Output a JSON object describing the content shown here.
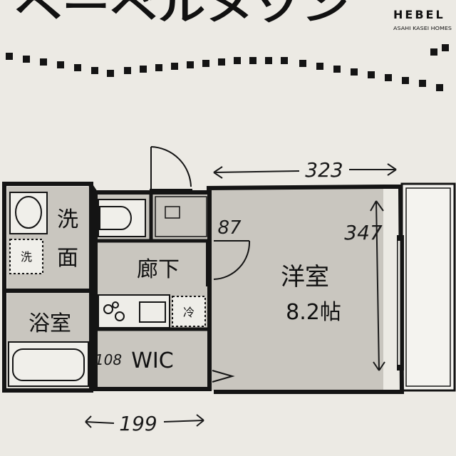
{
  "header": {
    "banner_text": "ヘーベルメゾン",
    "brand_logo_top": "HEBEL",
    "brand_logo_bottom": "ASAHI KASEI HOMES"
  },
  "rooms": {
    "western_room": "洋室",
    "western_room_size": "8.2帖",
    "corridor": "廊下",
    "washroom_line1": "洗",
    "washroom_line2": "面",
    "bathroom": "浴室",
    "wic": "WIC",
    "washer_mark": "洗",
    "fridge_mark": "冷"
  },
  "handwritten": {
    "top_width": "323",
    "room_height": "347",
    "small_width": "87",
    "wic_width": "108",
    "bottom_width": "199"
  },
  "colors": {
    "paper": "#eceae4",
    "floor": "#c9c6bf",
    "wall": "#141414",
    "hatch": "#1a1a1a"
  }
}
